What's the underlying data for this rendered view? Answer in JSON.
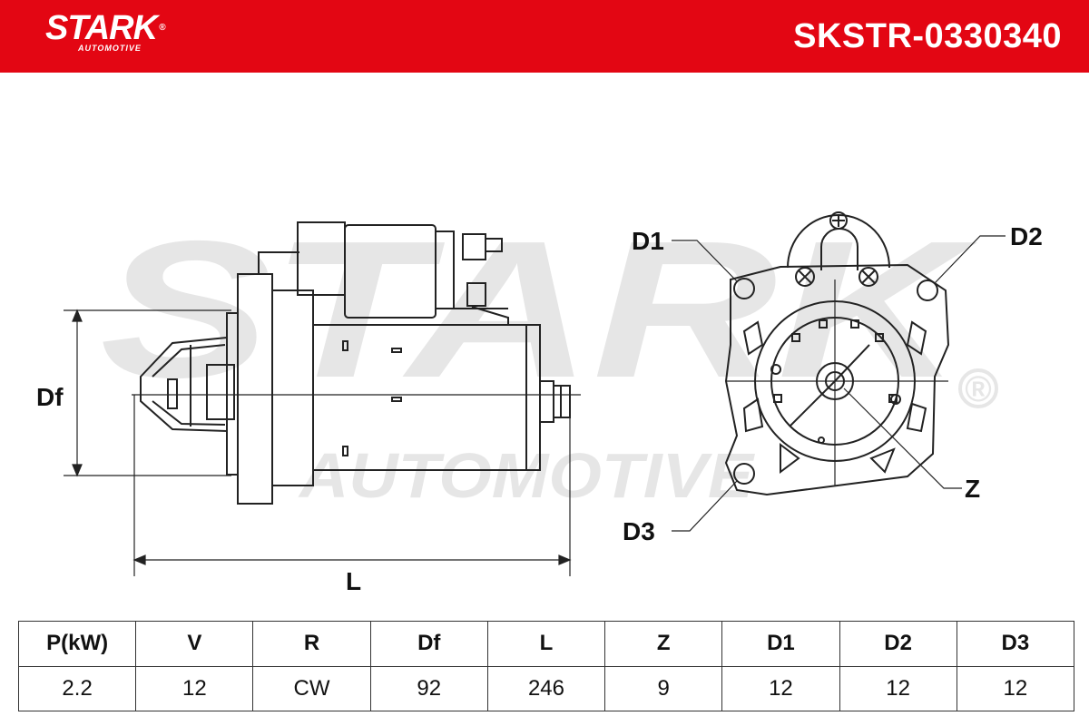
{
  "header": {
    "brand": "STARK",
    "brand_registered": "®",
    "brand_sub": "AUTOMOTIVE",
    "part_number": "SKSTR-0330340",
    "background_color": "#e30613"
  },
  "watermark": {
    "line1": "STARK",
    "line2": "AUTOMOTIVE",
    "registered": "®"
  },
  "diagram_labels": {
    "df": "Df",
    "l": "L",
    "d1": "D1",
    "d2": "D2",
    "d3": "D3",
    "z": "Z"
  },
  "spec_table": {
    "headers": [
      "P(kW)",
      "V",
      "R",
      "Df",
      "L",
      "Z",
      "D1",
      "D2",
      "D3"
    ],
    "values": [
      "2.2",
      "12",
      "CW",
      "92",
      "246",
      "9",
      "12",
      "12",
      "12"
    ]
  }
}
